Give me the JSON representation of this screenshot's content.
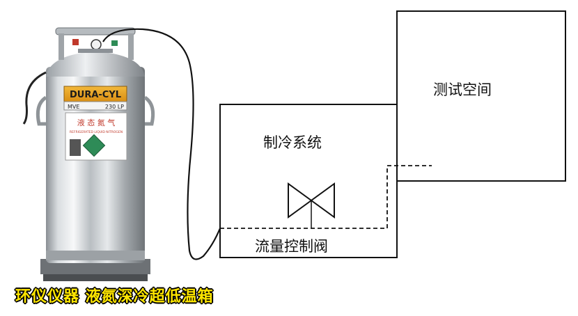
{
  "cylinder": {
    "brand": "DURA-CYL",
    "model": "MVE",
    "capacity": "230 LP",
    "label_cn": "液 态 氮 气",
    "label_sub": "REFRIGERATED LIQUID NITROGEN"
  },
  "diagram": {
    "refrigeration_box_label": "制冷系统",
    "test_space_label": "测试空间",
    "flow_valve_label": "流量控制阀"
  },
  "caption": "环仪仪器 液氮深冷超低温箱",
  "colors": {
    "caption_fill": "#ffe600",
    "caption_outline": "#000000",
    "line": "#111111",
    "label_gold": "#e8a020"
  }
}
